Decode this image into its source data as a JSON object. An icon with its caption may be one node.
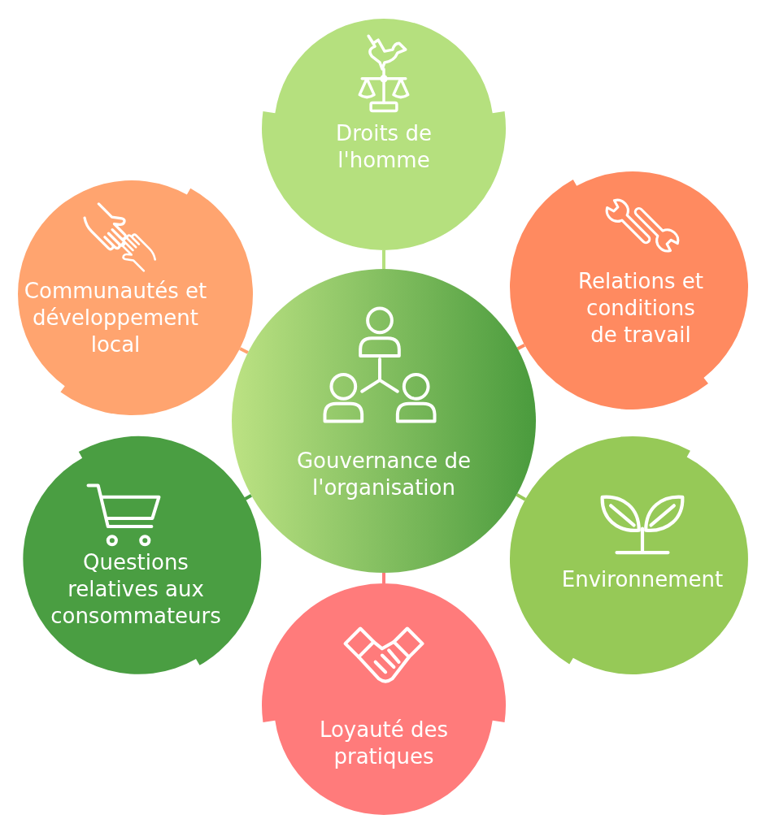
{
  "diagram": {
    "nodes": [
      {
        "text": [
          "Gouvernance de l'organisation"
        ]
      },
      {
        "text": [
          "Droits de l'homme"
        ]
      },
      {
        "text": [
          "Relations et conditions de travail"
        ]
      },
      {
        "text": [
          "Environnement"
        ]
      },
      {
        "text": [
          "Loyauté des pratiques"
        ]
      },
      {
        "text": [
          "Questions relatives aux consommateurs"
        ]
      },
      {
        "text": [
          "Communautés et développement local"
        ]
      }
    ],
    "edges": [
      {
        "from": 0,
        "to": 1,
        "arrow": "none",
        "color": "#b5e07e"
      },
      {
        "from": 0,
        "to": 2,
        "arrow": "none",
        "color": "#ff8a60"
      },
      {
        "from": 0,
        "to": 3,
        "arrow": "none",
        "color": "#96c957"
      },
      {
        "from": 0,
        "to": 4,
        "arrow": "none",
        "color": "#ff7b7b"
      },
      {
        "from": 0,
        "to": 5,
        "arrow": "none",
        "color": "#4a9e42"
      },
      {
        "from": 0,
        "to": 6,
        "arrow": "none",
        "color": "#ffa46f"
      }
    ]
  }
}
